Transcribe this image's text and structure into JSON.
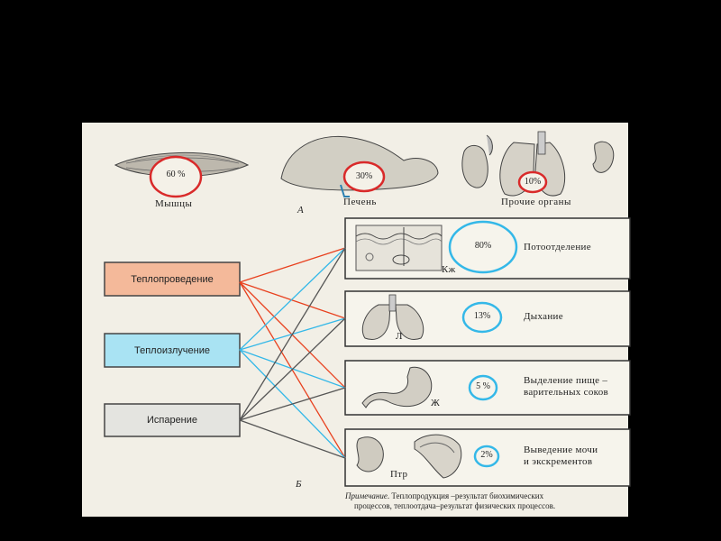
{
  "heat_production": {
    "section_letter": "А",
    "organs": [
      {
        "label": "Мышцы",
        "percent": "60 %"
      },
      {
        "label": "Печень",
        "percent": "30%"
      },
      {
        "label": "Прочие органы",
        "percent": "10%"
      }
    ]
  },
  "heat_loss": {
    "section_letter": "Б",
    "mechanisms": [
      {
        "label": "Теплопроведение",
        "color": "#f4b99a"
      },
      {
        "label": "Теплоизлучение",
        "color": "#a9e3f3"
      },
      {
        "label": "Испарение",
        "color": "#e4e4e0"
      }
    ],
    "routes": [
      {
        "letter": "Кж",
        "percent": "80%",
        "label_line1": "Потоотделение",
        "label_line2": ""
      },
      {
        "letter": "Л",
        "percent": "13%",
        "label_line1": "Дыхание",
        "label_line2": ""
      },
      {
        "letter": "Ж",
        "percent": "5 %",
        "label_line1": "Выделение пище –",
        "label_line2": "варительных соков"
      },
      {
        "letter": "Птр",
        "percent": "2%",
        "label_line1": "Выведение мочи",
        "label_line2": "и  экскрементов"
      }
    ],
    "connection_colors": {
      "conduction": "#e8401e",
      "radiation": "#34b8e8",
      "evaporation": "#555555"
    }
  },
  "note": {
    "prefix": "Примечание",
    "line1": ". Теплопродукция –результат биохимических",
    "line2": "процессов, теплоотдача–результат физических процессов."
  }
}
